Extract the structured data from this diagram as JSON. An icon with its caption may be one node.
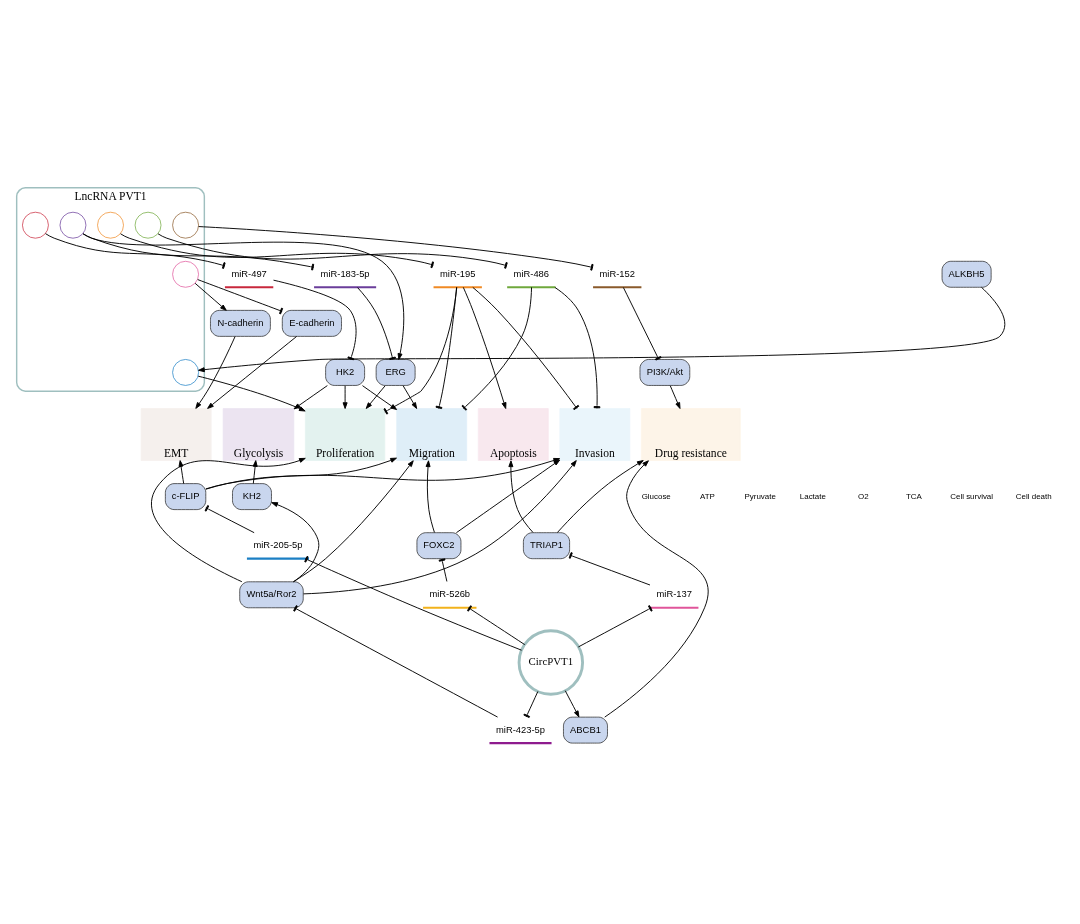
{
  "diagram": {
    "nodes": [
      {
        "text": [
          "LncRNA PVT1"
        ]
      },
      {
        "text": [],
        "shape": "circle",
        "in": 0
      },
      {
        "text": [],
        "shape": "circle",
        "in": 0
      },
      {
        "text": [],
        "shape": "circle",
        "in": 0
      },
      {
        "text": [],
        "shape": "circle",
        "in": 0
      },
      {
        "text": [],
        "shape": "circle",
        "in": 0
      },
      {
        "text": [],
        "shape": "circle",
        "in": 0
      },
      {
        "text": [],
        "shape": "circle",
        "in": 0
      },
      {
        "text": [
          "miR-497"
        ]
      },
      {
        "text": [
          "ALKBH5"
        ]
      },
      {
        "text": [
          "miR-183-5p"
        ]
      },
      {
        "text": [
          "miR-486"
        ]
      },
      {
        "text": [
          "miR-195"
        ]
      },
      {
        "text": [
          "N-cadherin"
        ]
      },
      {
        "text": [
          "E-cadherin"
        ]
      },
      {
        "text": [
          "miR-152"
        ]
      },
      {
        "text": [
          "HK2"
        ]
      },
      {
        "text": [
          "ERG"
        ]
      },
      {
        "text": [
          "PI3K/Akt"
        ]
      },
      {
        "text": [
          "Glycolysis"
        ]
      },
      {
        "text": [
          "Proliferation"
        ]
      },
      {
        "text": [
          "Migration"
        ]
      },
      {
        "text": [
          "Invasion"
        ]
      },
      {
        "text": [
          "Apoptosis"
        ]
      },
      {
        "text": [
          "EMT"
        ]
      },
      {
        "text": [
          "Drug resistance"
        ]
      },
      {
        "text": [
          "KH2"
        ]
      },
      {
        "text": [
          "c-FLIP"
        ]
      },
      {
        "text": [
          "Wnt5a/Ror2"
        ]
      },
      {
        "text": [
          "FOXC2"
        ]
      },
      {
        "text": [
          "miR-205-5p"
        ]
      },
      {
        "text": [
          "TRIAP1"
        ]
      },
      {
        "text": [
          "miR-526b"
        ]
      },
      {
        "text": [
          "miR-137"
        ]
      },
      {
        "text": [
          "CircPVT1"
        ]
      },
      {
        "text": [
          "miR-423-5p"
        ]
      },
      {
        "text": [
          "ABCB1"
        ]
      }
    ],
    "edges": [
      {
        "from": 1,
        "to": 8,
        "arrow": "other"
      },
      {
        "from": 8,
        "to": 16,
        "arrow": "other"
      },
      {
        "from": 16,
        "to": 19,
        "arrow": "to"
      },
      {
        "from": 16,
        "to": 20,
        "arrow": "to"
      },
      {
        "from": 16,
        "to": 21,
        "arrow": "to"
      },
      {
        "from": 9,
        "to": 2,
        "arrow": "to"
      },
      {
        "from": 2,
        "to": 20,
        "arrow": "to"
      },
      {
        "from": 3,
        "to": 10,
        "arrow": "other"
      },
      {
        "from": 3,
        "to": 17,
        "arrow": "to"
      },
      {
        "from": 10,
        "to": 17,
        "arrow": "other"
      },
      {
        "from": 17,
        "to": 20,
        "arrow": "to"
      },
      {
        "from": 17,
        "to": 21,
        "arrow": "to"
      },
      {
        "from": 4,
        "to": 11,
        "arrow": "other"
      },
      {
        "from": 11,
        "to": 21,
        "arrow": "other"
      },
      {
        "from": 11,
        "to": 22,
        "arrow": "other"
      },
      {
        "from": 5,
        "to": 12,
        "arrow": "other"
      },
      {
        "from": 12,
        "to": 20,
        "arrow": "other"
      },
      {
        "from": 12,
        "to": 21,
        "arrow": "other"
      },
      {
        "from": 12,
        "to": 22,
        "arrow": "other"
      },
      {
        "from": 12,
        "to": 23,
        "arrow": "to"
      },
      {
        "from": 6,
        "to": 13,
        "arrow": "to"
      },
      {
        "from": 6,
        "to": 14,
        "arrow": "other"
      },
      {
        "from": 13,
        "to": 24,
        "arrow": "to"
      },
      {
        "from": 14,
        "to": 24,
        "arrow": "to"
      },
      {
        "from": 7,
        "to": 15,
        "arrow": "other"
      },
      {
        "from": 15,
        "to": 18,
        "arrow": "other"
      },
      {
        "from": 18,
        "to": 25,
        "arrow": "to"
      },
      {
        "from": 26,
        "to": 19,
        "arrow": "to"
      },
      {
        "from": 28,
        "to": 26,
        "arrow": "to"
      },
      {
        "from": 28,
        "to": 20,
        "arrow": "to"
      },
      {
        "from": 28,
        "to": 21,
        "arrow": "to"
      },
      {
        "from": 28,
        "to": 22,
        "arrow": "to"
      },
      {
        "from": 29,
        "to": 21,
        "arrow": "to"
      },
      {
        "from": 29,
        "to": 22,
        "arrow": "to"
      },
      {
        "from": 27,
        "to": 21,
        "arrow": "to"
      },
      {
        "from": 27,
        "to": 22,
        "arrow": "to"
      },
      {
        "from": 27,
        "to": 24,
        "arrow": "to"
      },
      {
        "from": 30,
        "to": 27,
        "arrow": "other"
      },
      {
        "from": 34,
        "to": 30,
        "arrow": "other"
      },
      {
        "from": 31,
        "to": 23,
        "arrow": "to"
      },
      {
        "from": 31,
        "to": 25,
        "arrow": "to"
      },
      {
        "from": 32,
        "to": 29,
        "arrow": "other"
      },
      {
        "from": 33,
        "to": 31,
        "arrow": "other"
      },
      {
        "from": 34,
        "to": 32,
        "arrow": "other"
      },
      {
        "from": 34,
        "to": 33,
        "arrow": "other"
      },
      {
        "from": 35,
        "to": 28,
        "arrow": "other"
      },
      {
        "from": 34,
        "to": 35,
        "arrow": "other"
      },
      {
        "from": 34,
        "to": 36,
        "arrow": "to"
      },
      {
        "from": 36,
        "to": 25,
        "arrow": "to"
      }
    ],
    "labels": [
      "Glucose",
      "ATP",
      "Pyruvate",
      "Lactate",
      "O2",
      "TCA",
      "Cell survival",
      "Cell death"
    ]
  }
}
